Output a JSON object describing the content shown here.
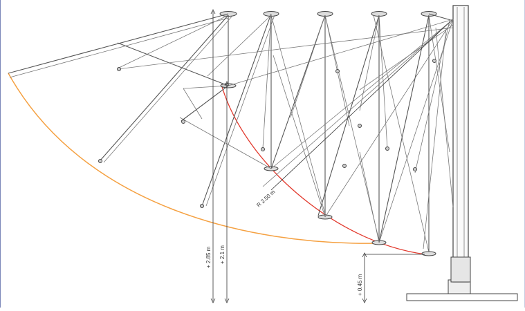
{
  "diagram": {
    "labels": {
      "height_outer": "+ 2.85 m",
      "height_inner": "+ 2.1 m",
      "radius": "R 2.50 m",
      "base_height": "+ 0.45 m"
    },
    "colors": {
      "outer_arc": "#f5a142",
      "inner_arc": "#e23a2e",
      "structure": "#555555",
      "frame_border": "#7a86b8"
    }
  }
}
